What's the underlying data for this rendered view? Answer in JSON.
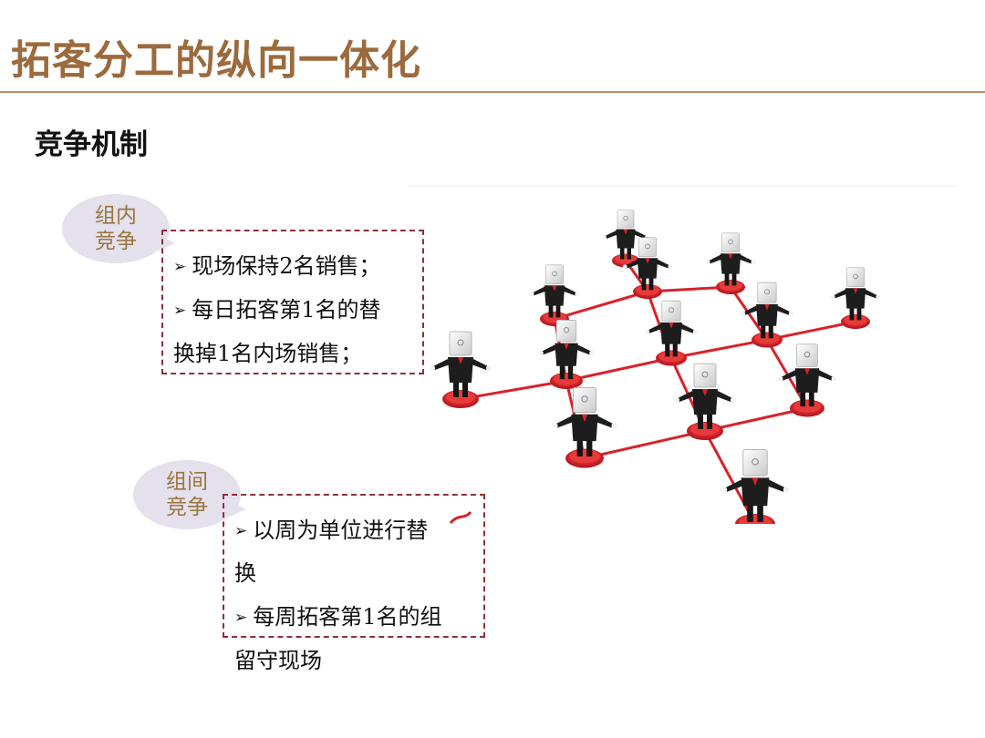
{
  "header": {
    "title": "拓客分工的纵向一体化"
  },
  "section": {
    "title": "竞争机制"
  },
  "intra_group": {
    "label_line1": "组内",
    "label_line2": "竞争",
    "arrow_glyph": "➢",
    "lines": [
      "现场保持2名销售；",
      "每日拓客第1名的替",
      "换掉1名内场销售；"
    ]
  },
  "inter_group": {
    "label_line1": "组间",
    "label_line2": "竞争",
    "arrow_glyph": "➢",
    "lines": [
      "以周为单位进行替",
      "换",
      "每周拓客第1名的组",
      "留守现场"
    ]
  },
  "colors": {
    "title": "#9c6a3c",
    "rule": "#c08a6a",
    "bubble_bg": "#e4e0ec",
    "bubble_text": "#9a7640",
    "box_border": "#8e3038",
    "network_red": "#d8222a"
  }
}
